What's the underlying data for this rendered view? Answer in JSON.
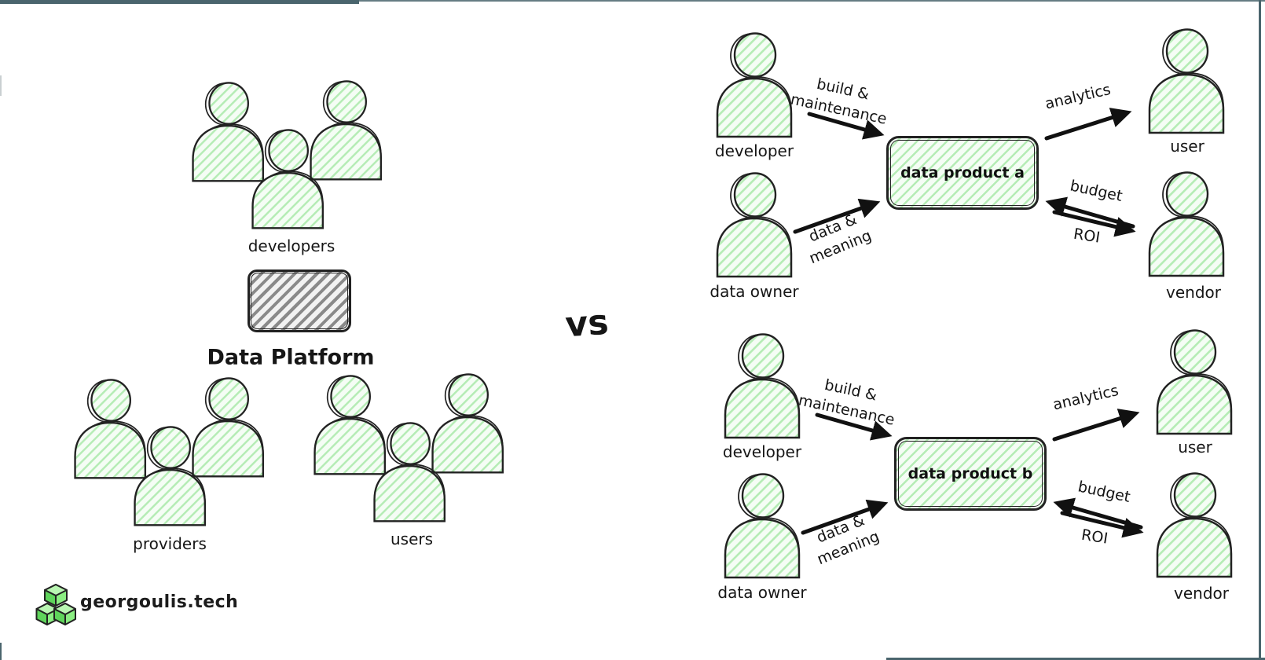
{
  "platform_view": {
    "developers_label": "developers",
    "platform_label": "Data Platform",
    "providers_label": "providers",
    "users_label": "users"
  },
  "comparison_label": "vs",
  "product_views": [
    {
      "developer_label": "developer",
      "data_owner_label": "data owner",
      "product_label": "data product a",
      "user_label": "user",
      "vendor_label": "vendor",
      "arrow_build": "build &\nmaintenance",
      "arrow_data": "data &\nmeaning",
      "arrow_analytics": "analytics",
      "arrow_budget": "budget",
      "arrow_roi": "ROI"
    },
    {
      "developer_label": "developer",
      "data_owner_label": "data owner",
      "product_label": "data product b",
      "user_label": "user",
      "vendor_label": "vendor",
      "arrow_build": "build &\nmaintenance",
      "arrow_data": "data &\nmeaning",
      "arrow_analytics": "analytics",
      "arrow_budget": "budget",
      "arrow_roi": "ROI"
    }
  ],
  "brand": {
    "name": "georgoulis.tech"
  },
  "colors": {
    "hatch_green": "#b5ecb5",
    "hatch_background": "#f5fdf5",
    "hatch_gray": "#8a8a8a",
    "outline": "#222222",
    "arrow": "#111111",
    "frame": "#4a656d",
    "logo_green": "#6fe36f"
  }
}
